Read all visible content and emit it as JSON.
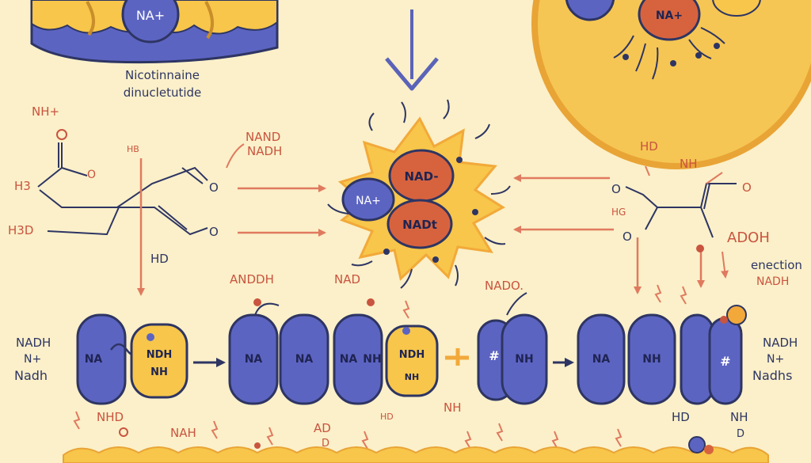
{
  "colors": {
    "background": "#fbf0c9",
    "navy": "#2e3563",
    "purple": "#5c64c2",
    "yellow": "#f7c64a",
    "orange": "#f2a93a",
    "red_label": "#c9543f",
    "arrow_red": "#e07a5f",
    "arrow_blue": "#5b63b8"
  },
  "texts": {
    "top_sphere": "NA+",
    "caption_line1": "Nicotinnaine",
    "caption_line2": "dinucletutide",
    "top_right_core": "NA+",
    "center_nad_minus": "NAD-",
    "center_na_plus": "NA+",
    "center_nadt": "NADt",
    "left_nh": "NH+",
    "left_h3": "H3",
    "left_h3d": "H3D",
    "left_hd": "HD",
    "left_o_top": "O",
    "left_o_mid": "O",
    "left_o_bot": "O",
    "left_hb": "HB",
    "nand": "NAND",
    "nadh": "NADH",
    "right_hd": "HD",
    "right_nh": "NH",
    "right_o1": "O",
    "right_o2": "O",
    "right_hg": "HG",
    "right_adoh": "ADOH",
    "right_ox": "O",
    "enection": "enection",
    "nadh_right": "NADH",
    "andh": "ANDDH",
    "nad_mid": "NAD",
    "nadao": "NADO.",
    "row_left_1": "NADH",
    "row_left_2": "N+",
    "row_left_3": "Nadh",
    "row_right_1": "NADH",
    "row_right_2": "N+",
    "row_right_3": "Nadhs",
    "pill_na1": "NA",
    "pill_ndh_top": "NDH",
    "pill_ndh_bot": "NH",
    "pill_na2": "NA",
    "pill_na3": "NA",
    "pill_na4": "NA",
    "pill_nh1": "NH",
    "pill_ndh2_top": "NDH",
    "pill_ndh2_bot": "NH",
    "pill_hash": "#",
    "pill_nh2": "NH",
    "pill_na5": "NA",
    "pill_nh3": "NH",
    "pill_plus": "#",
    "bottom_nhd": "NHD",
    "bottom_nah": "NAH",
    "bottom_ad": "AD",
    "bottom_d": "D",
    "bottom_hd_small": "HD",
    "bottom_nh": "NH",
    "bottom_hd": "HD",
    "bottom_nh2": "NH",
    "bottom_d2": "D"
  }
}
